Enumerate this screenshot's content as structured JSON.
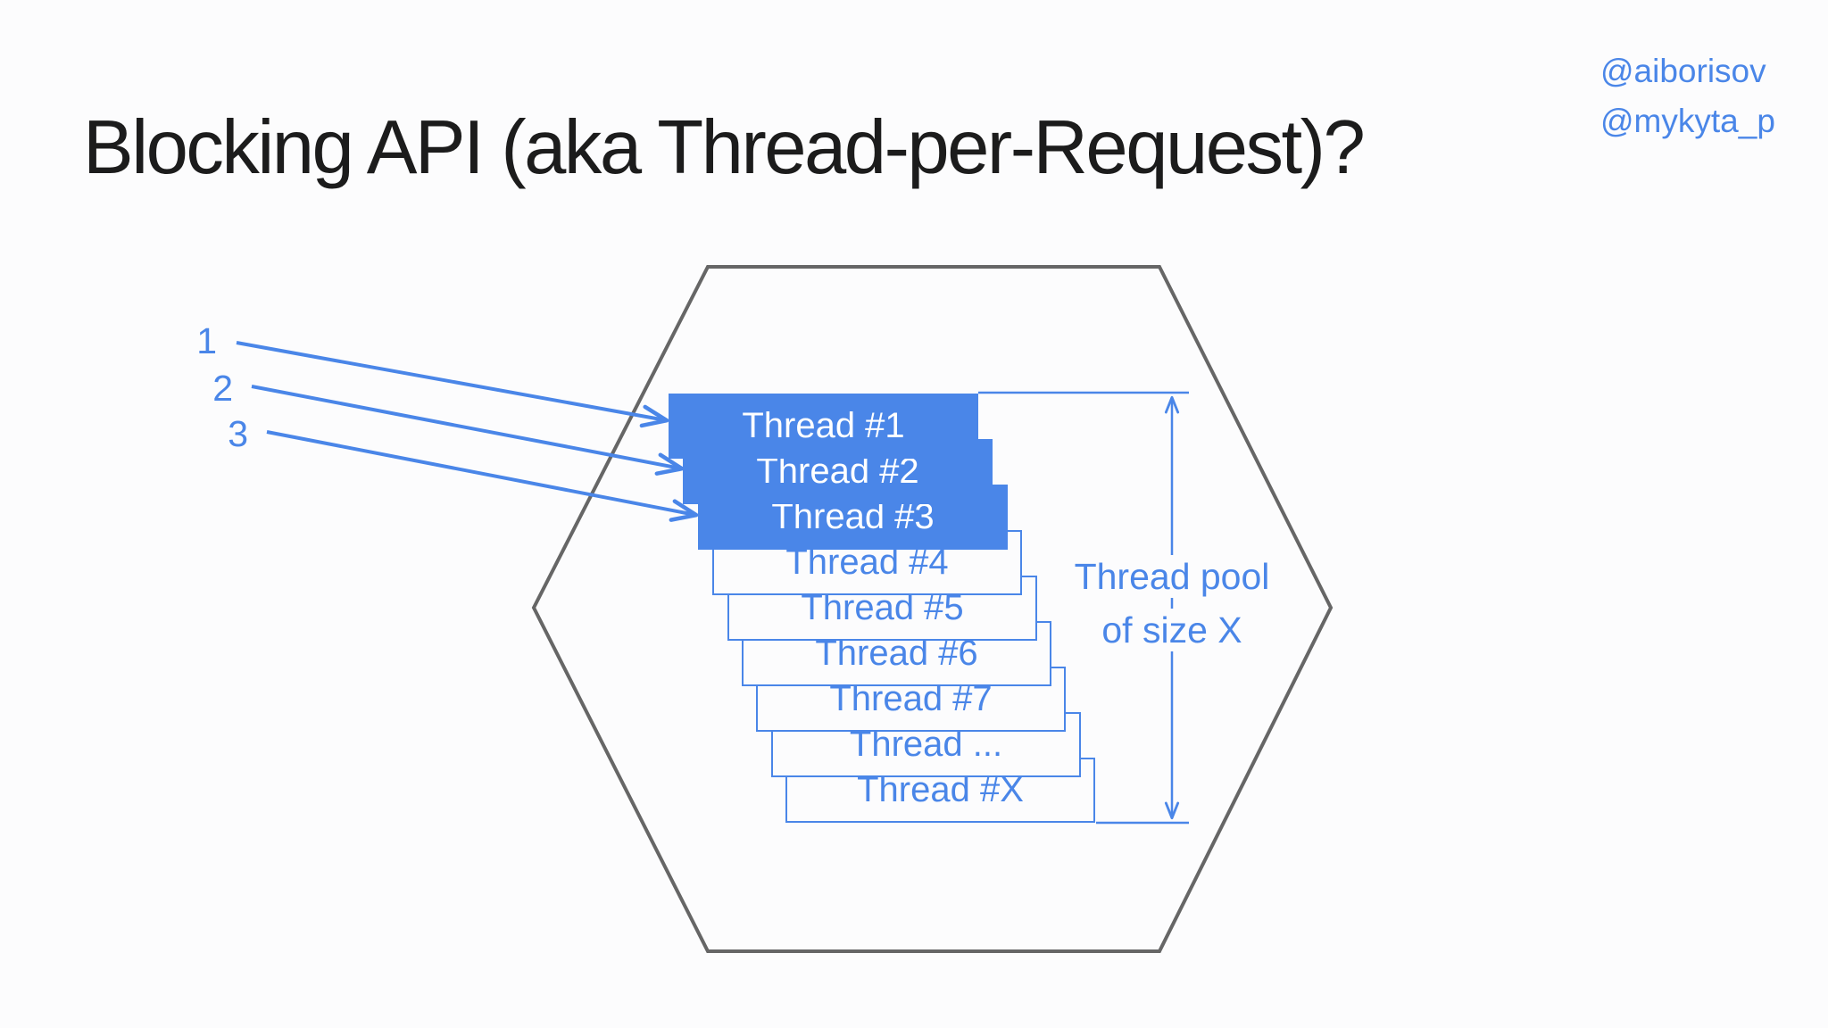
{
  "slide": {
    "title": "Blocking API (aka Thread-per-Request)?",
    "handles": [
      "@aiborisov",
      "@mykyta_p"
    ]
  },
  "diagram": {
    "hexagon": "service-boundary-hexagon",
    "requests": [
      {
        "label": "1"
      },
      {
        "label": "2"
      },
      {
        "label": "3"
      }
    ],
    "threads": [
      {
        "label": "Thread #1",
        "filled": true
      },
      {
        "label": "Thread #2",
        "filled": true
      },
      {
        "label": "Thread #3",
        "filled": true
      },
      {
        "label": "Thread #4",
        "filled": false
      },
      {
        "label": "Thread #5",
        "filled": false
      },
      {
        "label": "Thread #6",
        "filled": false
      },
      {
        "label": "Thread #7",
        "filled": false
      },
      {
        "label": "Thread ...",
        "filled": false
      },
      {
        "label": "Thread #X",
        "filled": false
      }
    ],
    "pool_label": {
      "line1": "Thread pool",
      "line2": "of size X"
    }
  },
  "colors": {
    "accent_blue": "#4a86e8",
    "hexagon_gray": "#666666",
    "title_ink": "#1c1c1c",
    "background": "#fcfcfd",
    "box_text_white": "#ffffff"
  }
}
